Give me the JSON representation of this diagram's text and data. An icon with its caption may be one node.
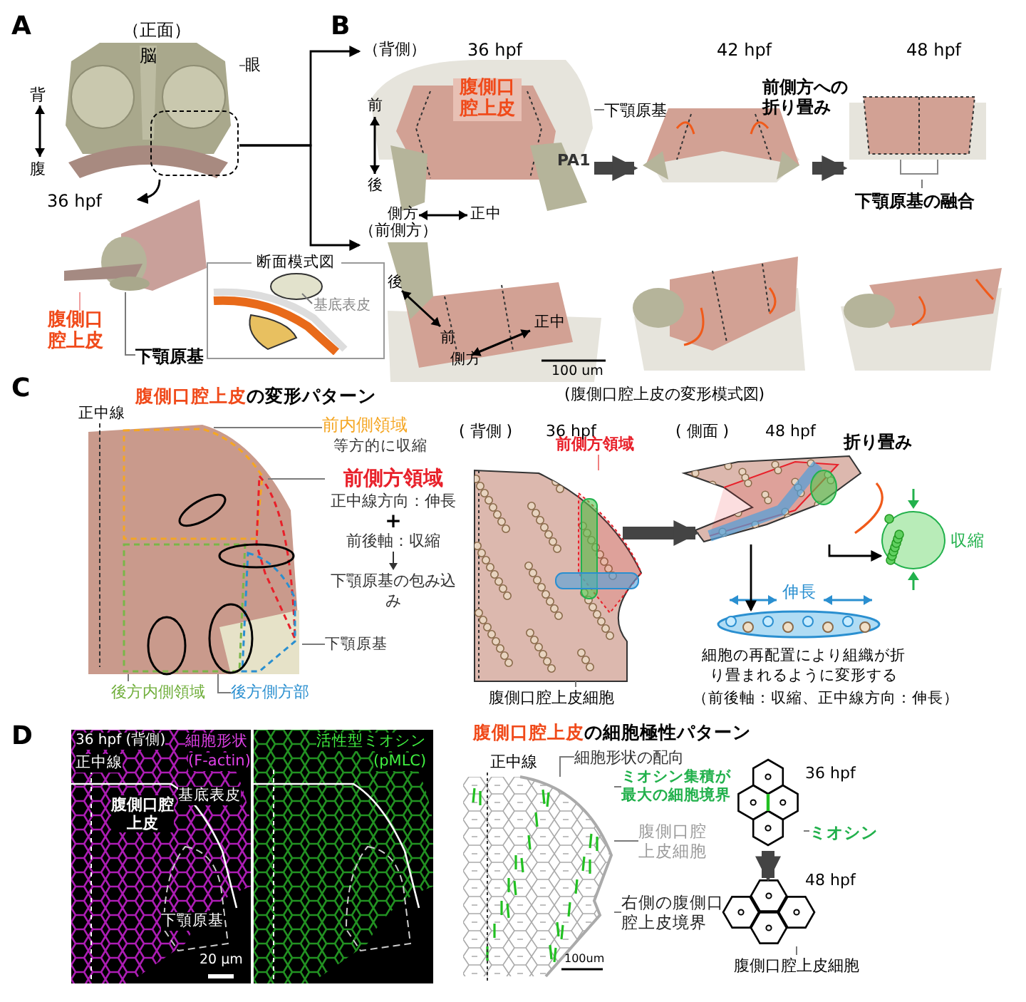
{
  "diagram": {
    "nodes": [
      {
        "text": [],
        "shape": "picture"
      },
      {
        "text": [
          "眼"
        ]
      },
      {
        "text": [],
        "shape": "picture"
      },
      {
        "text": [
          "断面模式図"
        ]
      },
      {
        "text": [
          "基底表皮"
        ],
        "in": 3
      },
      {
        "text": [
          "腹側口腔上皮"
        ]
      },
      {
        "text": [
          "下顎原基"
        ]
      },
      {
        "text": [],
        "shape": "picture"
      },
      {
        "text": [
          "下顎原基"
        ]
      },
      {
        "text": [],
        "shape": "picture"
      },
      {
        "text": [],
        "shape": "picture"
      },
      {
        "text": [
          "下顎原基の融合"
        ]
      },
      {
        "text": [],
        "shape": "picture"
      },
      {
        "text": [],
        "shape": "picture"
      },
      {
        "text": [],
        "shape": "picture"
      },
      {
        "text": [],
        "shape": "picture"
      },
      {
        "text": [
          "前内側領域",
          "等方的に収縮"
        ]
      },
      {
        "text": [
          "前側方領域",
          "正中線方向：伸長",
          "+",
          "前後軸：収縮",
          "下顎原基の包み込み"
        ]
      },
      {
        "text": [
          "下顎原基"
        ]
      },
      {
        "text": [
          "後方内側領域"
        ]
      },
      {
        "text": [
          "後方側方部"
        ]
      },
      {
        "text": [],
        "shape": "picture"
      },
      {
        "text": [
          "前側方領域"
        ]
      },
      {
        "text": [
          "腹側口腔上皮細胞"
        ]
      },
      {
        "text": [],
        "shape": "picture"
      },
      {
        "text": [],
        "shape": "circle"
      },
      {
        "text": [],
        "shape": "ellipse"
      },
      {
        "text": [],
        "shape": "picture"
      },
      {
        "text": [],
        "shape": "picture"
      },
      {
        "text": [],
        "shape": "picture"
      },
      {
        "text": [
          "細胞形状の配向"
        ]
      },
      {
        "text": [
          "ミオシン集積が最大の細胞境界"
        ]
      },
      {
        "text": [
          "腹側口腔上皮細胞"
        ]
      },
      {
        "text": [
          "右側の腹側口腔上皮境界"
        ]
      },
      {
        "text": [],
        "shape": "picture"
      },
      {
        "text": [
          "ミオシン"
        ]
      },
      {
        "text": [],
        "shape": "picture"
      },
      {
        "text": [
          "腹側口腔上皮細胞"
        ]
      }
    ],
    "edges": [
      {
        "from": 0,
        "to": 7,
        "arrow": "to",
        "color": "#000000"
      },
      {
        "from": 0,
        "to": 12,
        "arrow": "to",
        "color": "#000000"
      },
      {
        "from": 0,
        "to": 2,
        "arrow": "to",
        "color": "#000000"
      },
      {
        "from": 7,
        "to": 9,
        "arrow": "to",
        "style": "thick",
        "color": "#444444"
      },
      {
        "from": 9,
        "to": 10,
        "arrow": "to",
        "style": "thick",
        "color": "#444444"
      },
      {
        "from": 21,
        "to": 24,
        "arrow": "to",
        "style": "thick",
        "color": "#444444"
      },
      {
        "from": 24,
        "to": 26,
        "arrow": "to",
        "color": "#000000"
      },
      {
        "from": 24,
        "to": 25,
        "arrow": "to",
        "color": "#000000"
      },
      {
        "from": 34,
        "to": 36,
        "arrow": "to",
        "style": "thick",
        "color": "#444444"
      },
      {
        "from": 1,
        "to": 0,
        "arrow": "none"
      },
      {
        "from": 5,
        "to": 2,
        "arrow": "none",
        "color": "#f0a0a0"
      },
      {
        "from": 6,
        "to": 2,
        "arrow": "none"
      },
      {
        "from": 4,
        "to": null,
        "arrow": "none"
      },
      {
        "from": 8,
        "to": 7,
        "arrow": "none"
      },
      {
        "from": 11,
        "to": 10,
        "arrow": "none"
      },
      {
        "from": 16,
        "to": 15,
        "arrow": "none"
      },
      {
        "from": 17,
        "to": 15,
        "arrow": "none"
      },
      {
        "from": 18,
        "to": 15,
        "arrow": "none"
      },
      {
        "from": 19,
        "to": 15,
        "arrow": "none"
      },
      {
        "from": 20,
        "to": 15,
        "arrow": "none"
      },
      {
        "from": 22,
        "to": 21,
        "arrow": "none",
        "color": "#f08080"
      },
      {
        "from": 23,
        "to": 21,
        "arrow": "none"
      },
      {
        "from": 30,
        "to": 29,
        "arrow": "none"
      },
      {
        "from": 31,
        "to": 29,
        "arrow": "none"
      },
      {
        "from": 32,
        "to": 29,
        "arrow": "none"
      },
      {
        "from": 33,
        "to": 29,
        "arrow": "none"
      },
      {
        "from": 35,
        "to": 34,
        "arrow": "none"
      },
      {
        "from": 37,
        "to": 36,
        "arrow": "none"
      }
    ],
    "labels": [
      "A",
      "（正面）",
      "脳",
      "背",
      "腹",
      "36 hpf",
      "B",
      "（背側）",
      "36 hpf",
      "42 hpf",
      "48 hpf",
      "腹側口腔上皮",
      "前側方への折り畳み",
      "前",
      "PA1",
      "後",
      "側方",
      "正中",
      "（前側方）",
      "後",
      "前",
      "正中",
      "側方",
      "100 um",
      "C",
      "腹側口腔上皮",
      "の変形パターン",
      "正中線",
      "(腹側口腔上皮の変形模式図)",
      "( 背側 )",
      "36 hpf",
      "( 側面 )",
      "48 hpf",
      "折り畳み",
      "収縮",
      "伸長",
      "細胞の再配置により組織が折り畳まれるように変形する",
      "（前後軸：収縮、正中線方向：伸長）",
      "D",
      "36 hpf (背側)",
      "細胞形状",
      "正中線",
      "(F-actin)",
      "腹側口腔上皮",
      "基底表皮",
      "下顎原基",
      "20 µm",
      "活性型ミオシン",
      "(pMLC)",
      "腹側口腔上皮",
      "の細胞極性パターン",
      "正中線",
      "100um",
      "36 hpf",
      "48 hpf"
    ]
  }
}
